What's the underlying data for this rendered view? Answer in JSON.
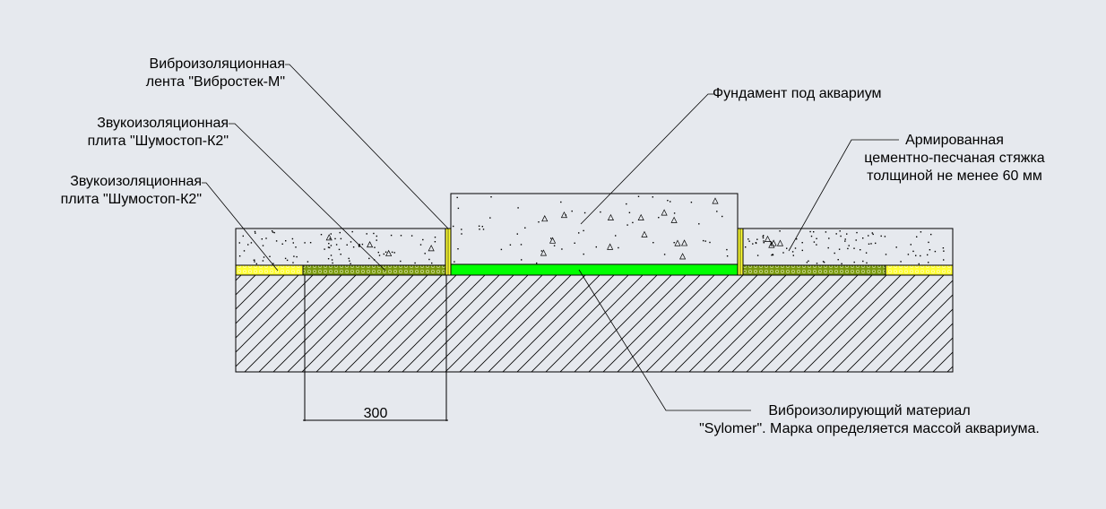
{
  "labels": {
    "vibro_tape": {
      "line1": "Виброизоляционная",
      "line2": "лента \"Вибростек-М\""
    },
    "sound_plate_1": {
      "line1": "Звукоизоляционная",
      "line2": "плита \"Шумостоп-К2\""
    },
    "sound_plate_2": {
      "line1": "Звукоизоляционная",
      "line2": "плита \"Шумостоп-К2\""
    },
    "foundation": {
      "line1": "Фундамент под аквариум"
    },
    "screed": {
      "line1": "Армированная",
      "line2": "цементно-песчаная стяжка",
      "line3": "толщиной не менее 60 мм"
    },
    "sylomer": {
      "line1": "Виброизолирующий материал",
      "line2": "\"Sylomer\". Марка определяется массой аквариума."
    }
  },
  "dimension": {
    "value": "300"
  },
  "colors": {
    "background": "#e6e9ee",
    "sylomer": "#00ff00",
    "yellow_plate": "#ffff33",
    "green_plate": "#7a9a10",
    "concrete": "#e6e9ee",
    "line": "#000000"
  }
}
